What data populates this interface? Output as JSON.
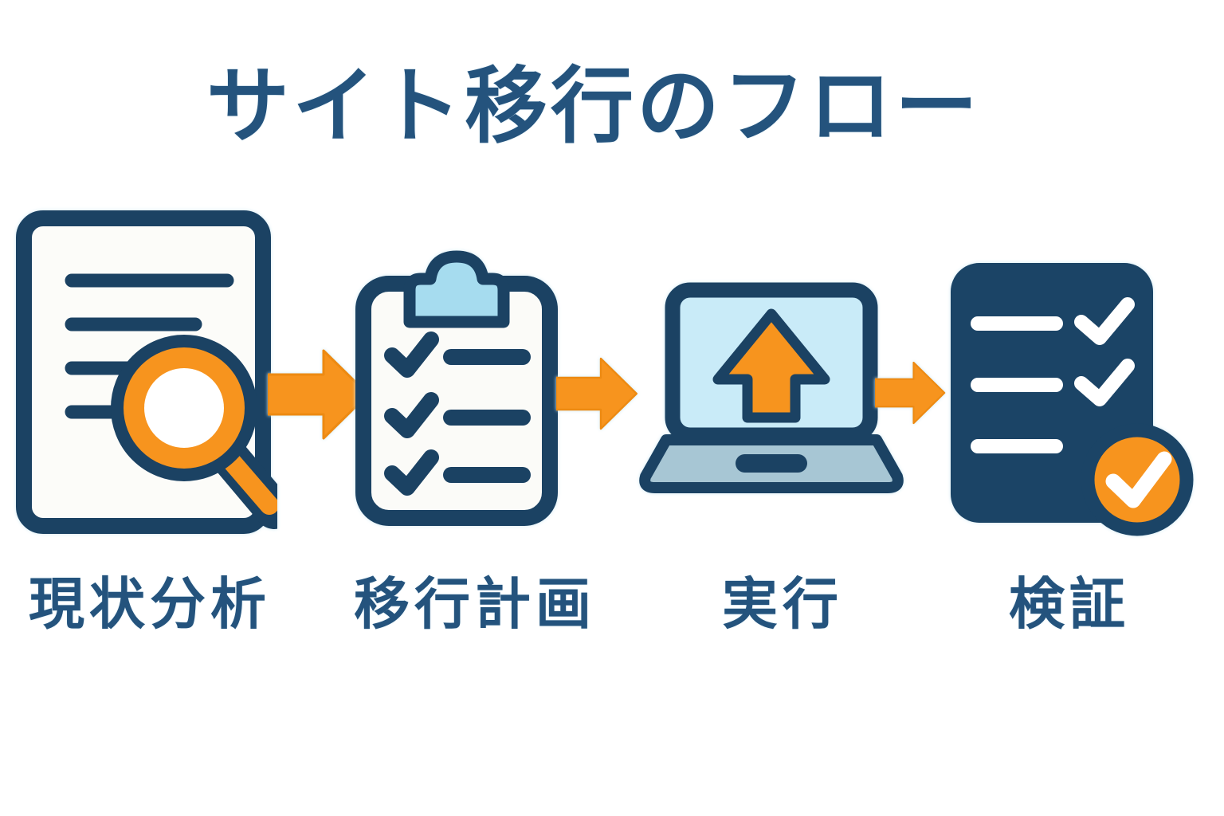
{
  "title": "サイト移行のフロー",
  "colors": {
    "navy": "#1b4263",
    "navy_fill": "#1b4466",
    "text_navy": "#24537d",
    "orange": "#f7941e",
    "orange_edge": "#ed8a12",
    "light_blue": "#a6dcef",
    "screen_blue": "#c9ebf8",
    "laptop_base": "#a7c6d4",
    "paper_white": "#fcfcf9",
    "background": "#ffffff"
  },
  "steps": [
    {
      "label": "現状分析",
      "icon": "document-magnifier-icon"
    },
    {
      "label": "移行計画",
      "icon": "clipboard-checklist-icon"
    },
    {
      "label": "実行",
      "icon": "laptop-upload-icon"
    },
    {
      "label": "検証",
      "icon": "verified-checklist-icon"
    }
  ],
  "connectors": [
    {
      "icon": "arrow-right-icon"
    },
    {
      "icon": "arrow-right-icon"
    },
    {
      "icon": "arrow-right-icon"
    }
  ]
}
